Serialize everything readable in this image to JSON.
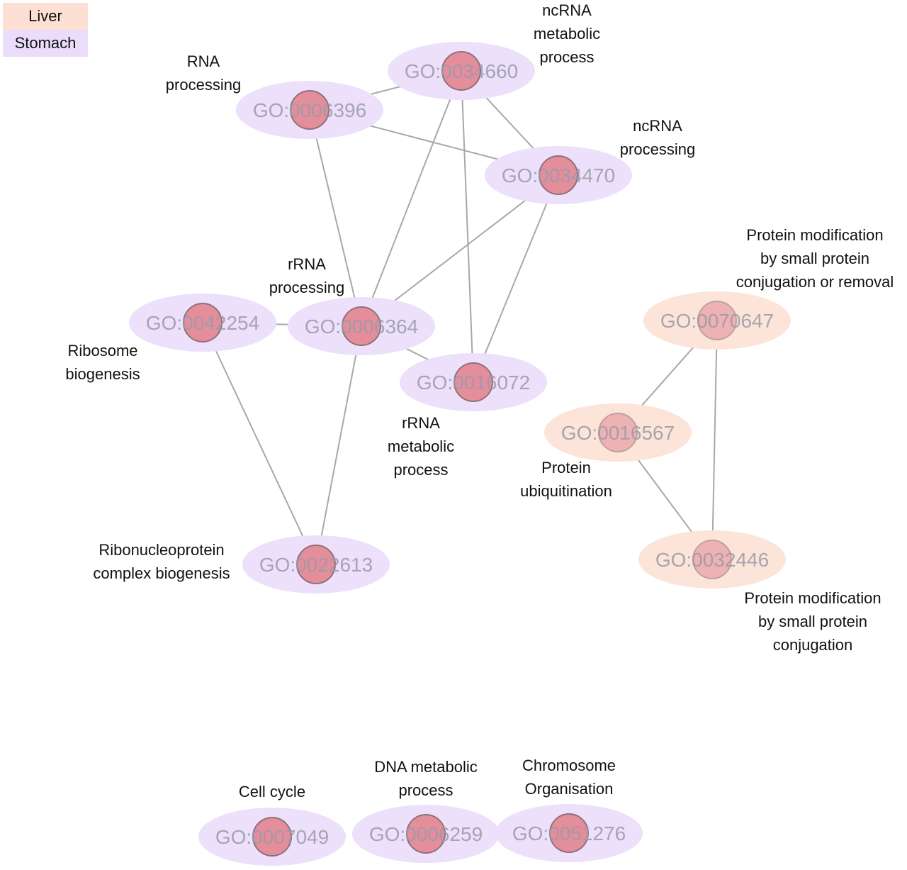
{
  "legend": [
    {
      "label": "Liver",
      "color": "#fde0d3"
    },
    {
      "label": "Stomach",
      "color": "#eadcfa"
    }
  ],
  "colors": {
    "liver_halo": "#fce4d8",
    "stomach_halo": "#ece0fa",
    "node_core": "#e58a96",
    "node_core_stroke": "#8a6c74",
    "edge": "#a8a8a8"
  },
  "nodes": [
    {
      "id": "GO:0006396",
      "tissue": "Stomach",
      "label": [
        "RNA",
        "processing"
      ]
    },
    {
      "id": "GO:0034660",
      "tissue": "Stomach",
      "label": [
        "ncRNA",
        "metabolic",
        "process"
      ]
    },
    {
      "id": "GO:0034470",
      "tissue": "Stomach",
      "label": [
        "ncRNA",
        "processing"
      ]
    },
    {
      "id": "GO:0042254",
      "tissue": "Stomach",
      "label": [
        "Ribosome",
        "biogenesis"
      ]
    },
    {
      "id": "GO:0006364",
      "tissue": "Stomach",
      "label": [
        "rRNA",
        "processing"
      ]
    },
    {
      "id": "GO:0016072",
      "tissue": "Stomach",
      "label": [
        "rRNA",
        "metabolic",
        "process"
      ]
    },
    {
      "id": "GO:0022613",
      "tissue": "Stomach",
      "label": [
        "Ribonucleoprotein",
        "complex biogenesis"
      ]
    },
    {
      "id": "GO:0070647",
      "tissue": "Liver",
      "label": [
        "Protein modification",
        "by small protein",
        "conjugation or removal"
      ]
    },
    {
      "id": "GO:0016567",
      "tissue": "Liver",
      "label": [
        "Protein",
        "ubiquitination"
      ]
    },
    {
      "id": "GO:0032446",
      "tissue": "Liver",
      "label": [
        "Protein modification",
        "by small protein",
        "conjugation"
      ]
    },
    {
      "id": "GO:0007049",
      "tissue": "Stomach",
      "label": [
        "Cell cycle"
      ]
    },
    {
      "id": "GO:0006259",
      "tissue": "Stomach",
      "label": [
        "DNA metabolic",
        "process"
      ]
    },
    {
      "id": "GO:0051276",
      "tissue": "Stomach",
      "label": [
        "Chromosome",
        "Organisation"
      ]
    }
  ],
  "edges": [
    [
      "GO:0006396",
      "GO:0034660"
    ],
    [
      "GO:0006396",
      "GO:0034470"
    ],
    [
      "GO:0006396",
      "GO:0006364"
    ],
    [
      "GO:0034660",
      "GO:0034470"
    ],
    [
      "GO:0034660",
      "GO:0006364"
    ],
    [
      "GO:0034660",
      "GO:0016072"
    ],
    [
      "GO:0034470",
      "GO:0006364"
    ],
    [
      "GO:0034470",
      "GO:0016072"
    ],
    [
      "GO:0042254",
      "GO:0006364"
    ],
    [
      "GO:0042254",
      "GO:0022613"
    ],
    [
      "GO:0006364",
      "GO:0016072"
    ],
    [
      "GO:0006364",
      "GO:0022613"
    ],
    [
      "GO:0070647",
      "GO:0016567"
    ],
    [
      "GO:0070647",
      "GO:0032446"
    ],
    [
      "GO:0016567",
      "GO:0032446"
    ]
  ]
}
